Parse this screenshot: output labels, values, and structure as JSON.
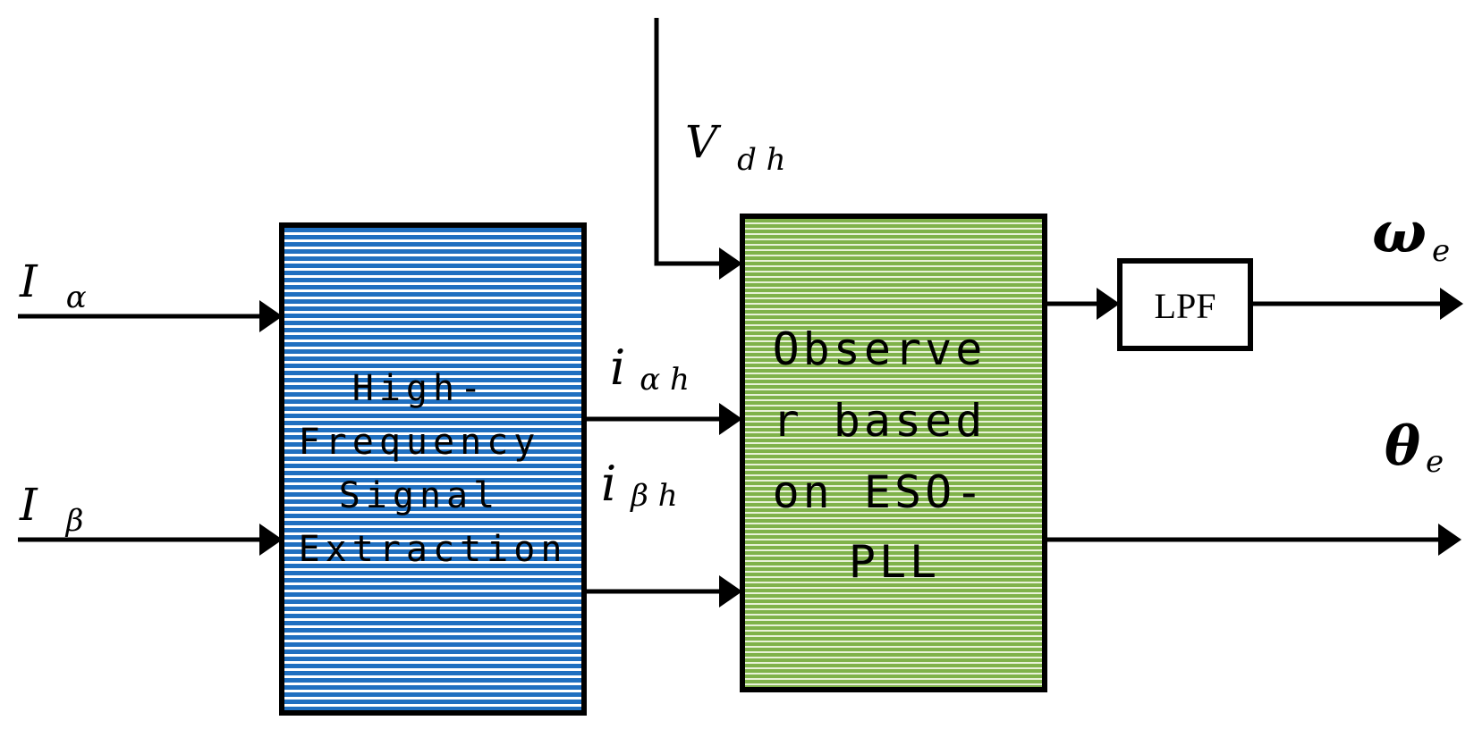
{
  "blocks": {
    "hf_extraction": {
      "lines": [
        "High-",
        "Frequency",
        "Signal",
        "Extraction"
      ],
      "fill_color": "#1f6fc0",
      "stripe_color": "#ffffff"
    },
    "observer": {
      "lines": [
        "Observe",
        "r based",
        "on ESO-",
        "PLL"
      ],
      "fill_color": "#7fb24a",
      "stripe_color": "#ffffff"
    },
    "lpf": {
      "label": "LPF"
    }
  },
  "signals": {
    "I_alpha": {
      "main": "I",
      "sub": "α"
    },
    "I_beta": {
      "main": "I",
      "sub": "β"
    },
    "i_alpha_h": {
      "main": "i",
      "sub": "α h"
    },
    "i_beta_h": {
      "main": "i",
      "sub": "β h"
    },
    "V_dh": {
      "main": "V",
      "sub": "d h"
    },
    "omega_e": {
      "main": "ω",
      "sub": "e"
    },
    "theta_e": {
      "main": "θ",
      "sub": "e"
    }
  }
}
